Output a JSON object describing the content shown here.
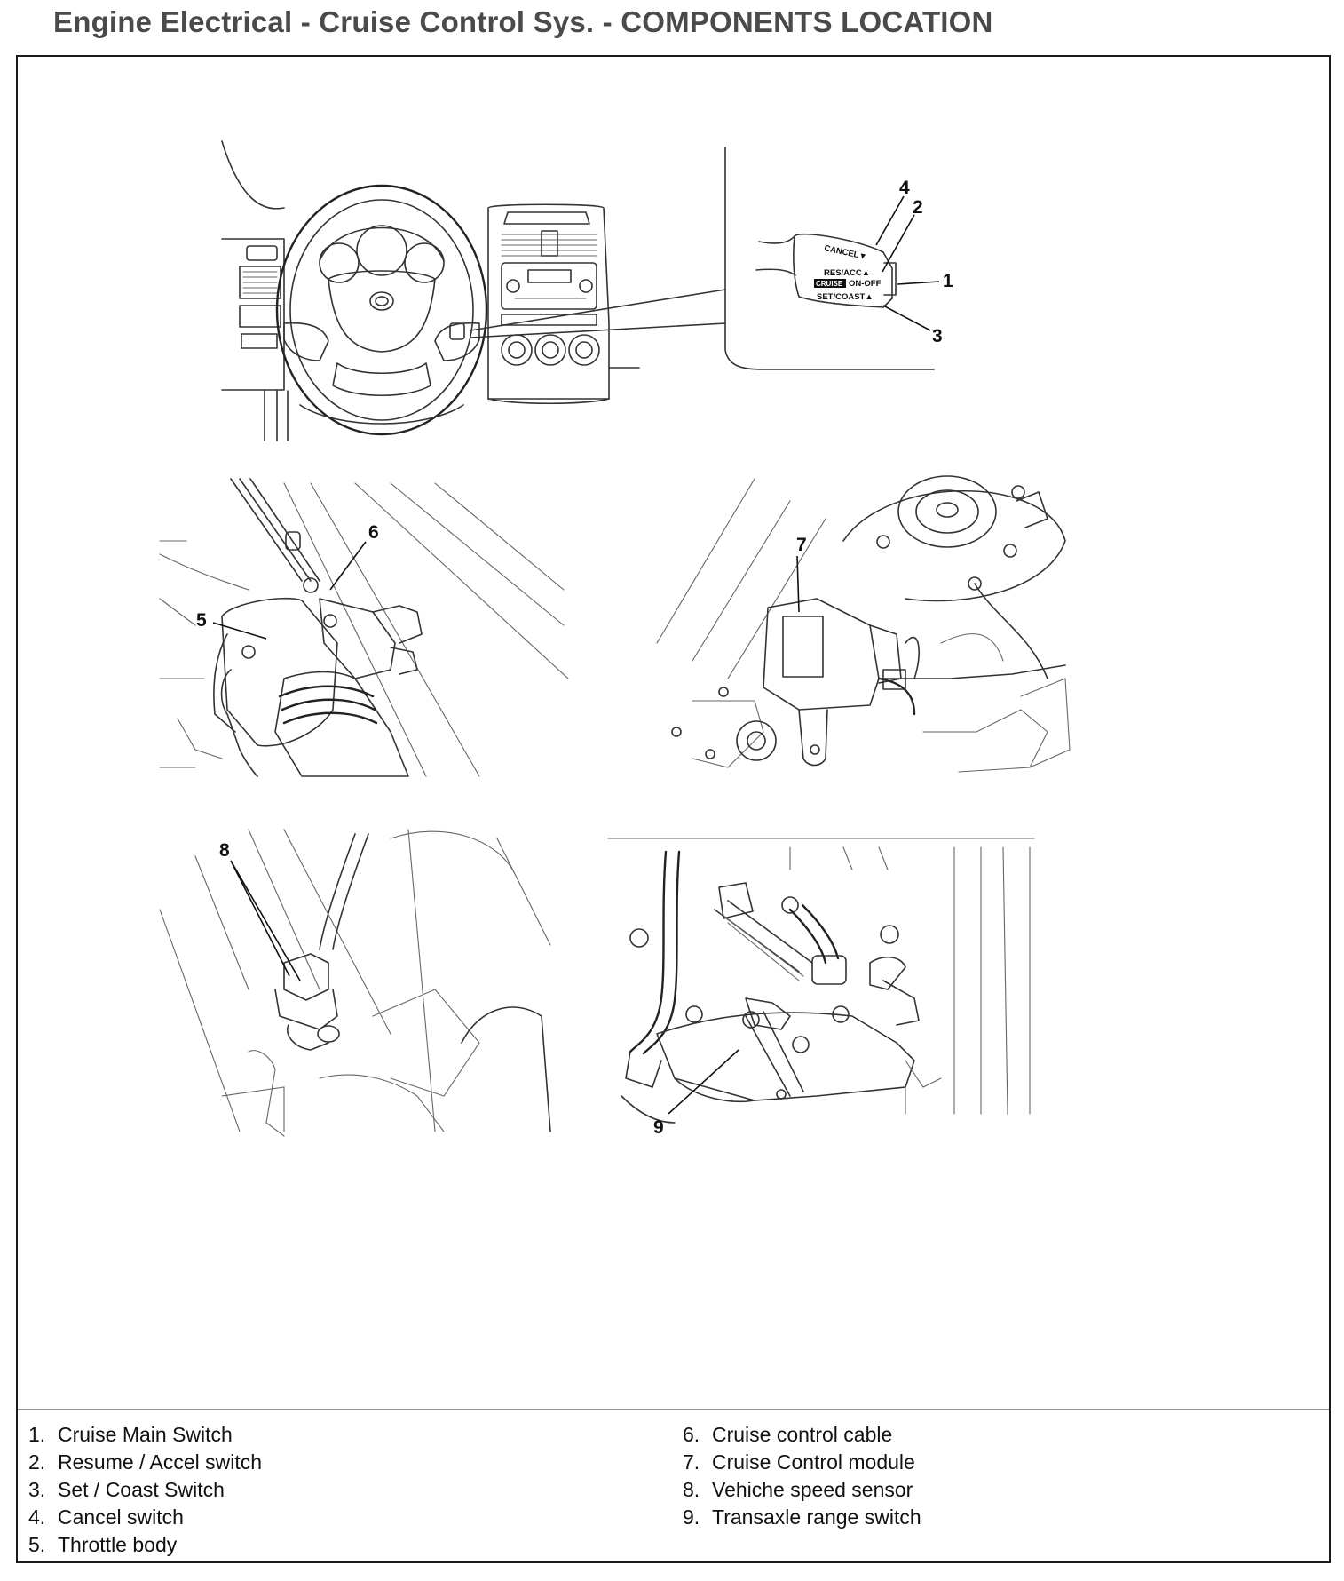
{
  "header": {
    "title": "Engine Electrical - Cruise Control Sys. - COMPONENTS LOCATION"
  },
  "figure": {
    "callouts": {
      "c1": "1",
      "c2": "2",
      "c3": "3",
      "c4": "4",
      "c5": "5",
      "c6": "6",
      "c7": "7",
      "c8": "8",
      "c9": "9"
    },
    "switch_labels": {
      "cancel": "CANCEL▼",
      "res_acc": "RES/ACC▲",
      "cruise_badge": "CRUISE",
      "on_off": "ON-OFF",
      "set_coast": "SET/COAST▲"
    }
  },
  "legend": {
    "items": [
      {
        "num": "1.",
        "label": "Cruise Main Switch"
      },
      {
        "num": "2.",
        "label": "Resume / Accel switch"
      },
      {
        "num": "3.",
        "label": "Set / Coast Switch"
      },
      {
        "num": "4.",
        "label": "Cancel switch"
      },
      {
        "num": "5.",
        "label": "Throttle body"
      },
      {
        "num": "6.",
        "label": "Cruise control cable"
      },
      {
        "num": "7.",
        "label": "Cruise  Control module"
      },
      {
        "num": "8.",
        "label": "Vehiche speed sensor"
      },
      {
        "num": "9.",
        "label": "Transaxle range switch"
      }
    ]
  }
}
